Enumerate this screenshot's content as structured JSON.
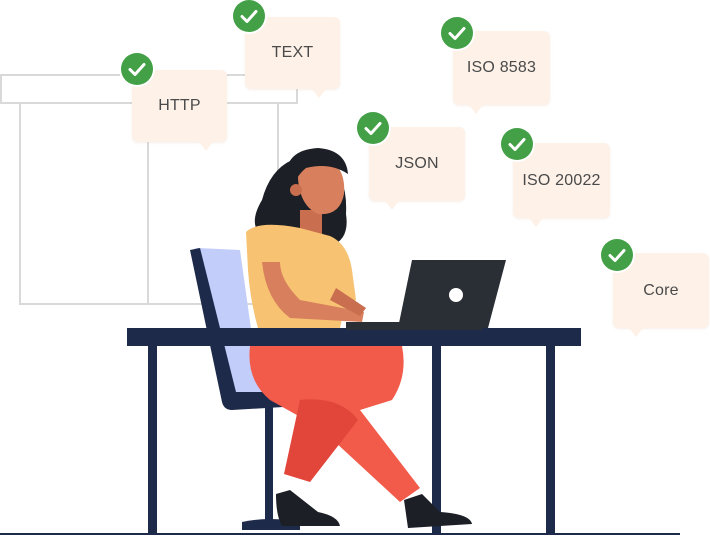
{
  "tags": [
    {
      "label": "HTTP",
      "icon": "check-circle-icon"
    },
    {
      "label": "TEXT",
      "icon": "check-circle-icon"
    },
    {
      "label": "ISO 8583",
      "icon": "check-circle-icon"
    },
    {
      "label": "JSON",
      "icon": "check-circle-icon"
    },
    {
      "label": "ISO 20022",
      "icon": "check-circle-icon"
    },
    {
      "label": "Core",
      "icon": "check-circle-icon"
    }
  ],
  "colors": {
    "bubble": "#fdf1e8",
    "check": "#43a047",
    "desk": "#1e2a4a",
    "laptop": "#2a2f35",
    "shirt": "#f7c271",
    "pants": "#f25a4a",
    "chair_back": "#c3cdfa",
    "skin": "#d8805d",
    "hair": "#1c1f26"
  }
}
